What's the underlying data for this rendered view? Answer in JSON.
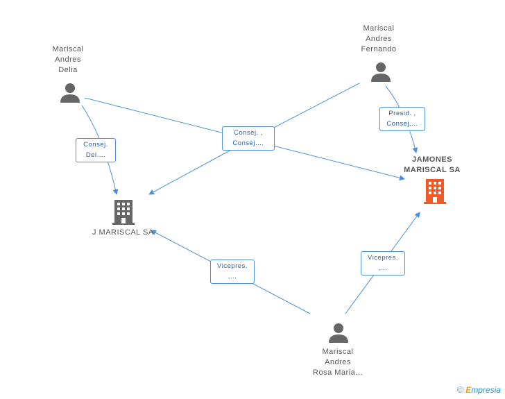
{
  "persons": {
    "delia": {
      "lines": [
        "Mariscal",
        "Andres",
        "Delia"
      ]
    },
    "fernando": {
      "lines": [
        "Mariscal",
        "Andres",
        "Fernando"
      ]
    },
    "rosa": {
      "lines": [
        "Mariscal",
        "Andres",
        "Rosa Maria..."
      ]
    }
  },
  "companies": {
    "j_mariscal": {
      "label": "J MARISCAL SA"
    },
    "jamones": {
      "lines": [
        "JAMONES",
        "MARISCAL SA"
      ]
    }
  },
  "edges": {
    "delia_j": {
      "lines": [
        "Consej.",
        "Del...."
      ]
    },
    "center": {
      "lines": [
        "Consej. ,",
        "Consej...."
      ]
    },
    "fernando_jamones": {
      "lines": [
        "Presid. ,",
        "Consej...."
      ]
    },
    "rosa_j": {
      "lines": [
        "Vicepres.",
        ",..."
      ]
    },
    "rosa_jamones": {
      "lines": [
        "Vicepres.",
        ",..."
      ]
    }
  },
  "colors": {
    "edge": "#4a90d9",
    "person_icon": "#666666",
    "company_icon": "#666666",
    "main_company_icon": "#f05a28"
  },
  "brand": {
    "copyright": "©",
    "e": "E",
    "rest": "mpresia"
  }
}
